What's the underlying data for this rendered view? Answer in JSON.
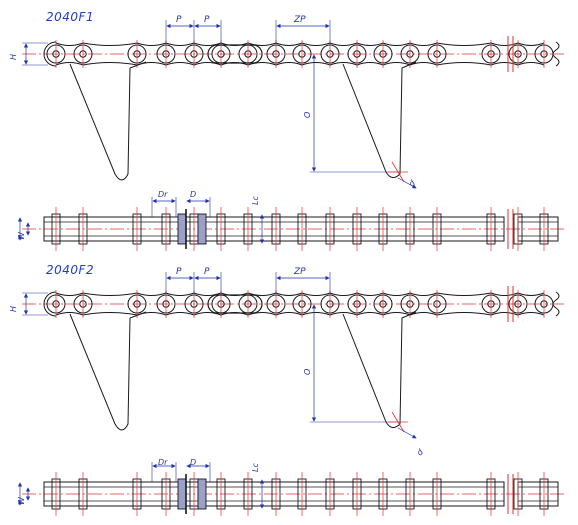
{
  "views": [
    {
      "title": "2040F1",
      "labels": {
        "pitch": "P",
        "attachment_pitch": "ZP",
        "height": "H",
        "offset": "O",
        "width": "W",
        "roller_dia": "Dr",
        "pin_dia": "D",
        "pin_length": "Lc",
        "hole": "d"
      }
    },
    {
      "title": "2040F2",
      "labels": {
        "pitch": "P",
        "attachment_pitch": "ZP",
        "height": "H",
        "offset": "O",
        "width": "W",
        "roller_dia": "Dr",
        "pin_dia": "D",
        "pin_length": "Lc",
        "hole": "d"
      }
    }
  ],
  "colors": {
    "outline": "#1a1a1a",
    "centerline": "#e03030",
    "dimension": "#2233aa"
  }
}
